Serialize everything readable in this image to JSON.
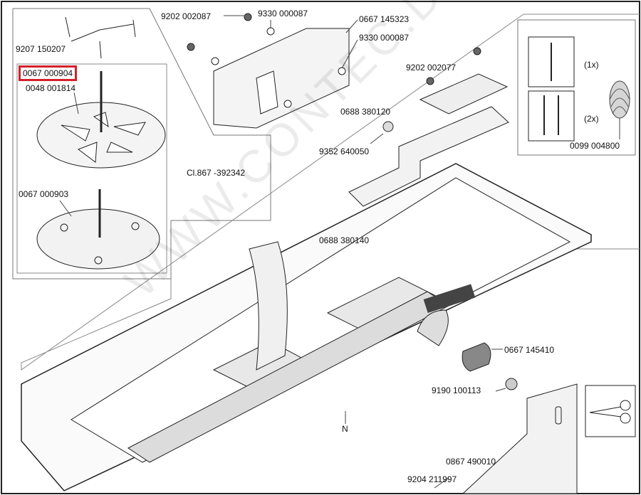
{
  "parts": {
    "p9207_150207": "9207 150207",
    "p0067_000904": "0067 000904",
    "p0048_001814": "0048 001814",
    "p0067_000903": "0067 000903",
    "p9202_002087": "9202 002087",
    "p9330_000087_a": "9330 000087",
    "p0667_145323": "0667 145323",
    "p9330_000087_b": "9330 000087",
    "p9202_002077": "9202 002077",
    "p0688_380120": "0688 380120",
    "p9352_640050": "9352 640050",
    "p0688_380140": "0688 380140",
    "p0667_145410": "0667 145410",
    "p9190_100113": "9190 100113",
    "p0867_490010": "0867 490010",
    "p9204_211997": "9204 211997",
    "p0099_004800": "0099 004800"
  },
  "class_ref": "Cl.867 -392342",
  "needle_qty_1": "(1x)",
  "needle_qty_2": "(2x)",
  "marker_n": "N",
  "watermark": "WWW.CONTEC.DE",
  "colors": {
    "highlight": "#d4202a",
    "line": "#1a1a1a",
    "shade": "#b8b8b8"
  }
}
